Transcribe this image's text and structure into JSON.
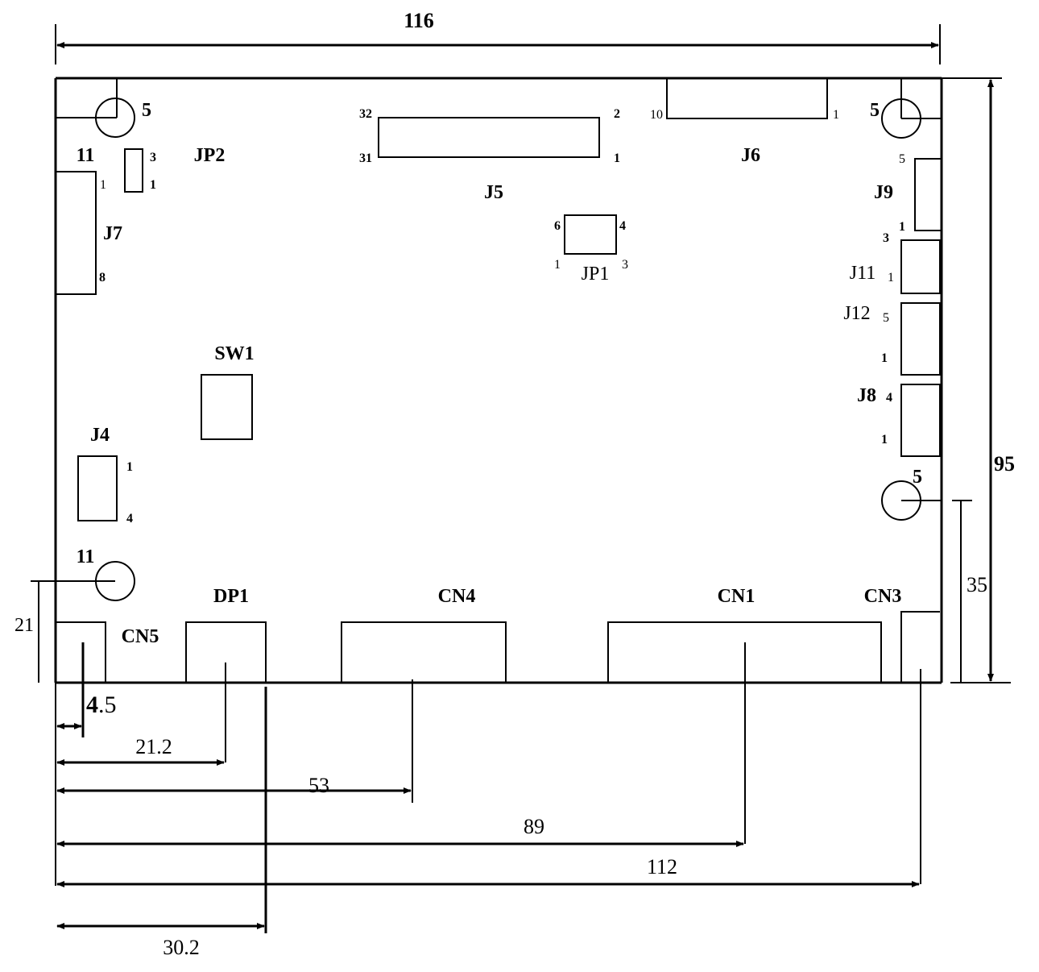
{
  "dims": {
    "overall_width": "116",
    "overall_height": "95",
    "cn5_height": "21",
    "right_hole_offset": "35",
    "cn5_offset_a": "4",
    "cn5_offset_b": ".5",
    "dp1_center": "21.2",
    "cn4_center": "53",
    "cn1_center": "89",
    "cn3_center": "112",
    "dp1_edge": "30.2"
  },
  "holes": {
    "top_left_dia": "5",
    "top_right_dia": "5",
    "right_dia": "5",
    "left_upper_offset": "11",
    "left_lower_offset": "11"
  },
  "components": {
    "jp2": {
      "label": "JP2",
      "pin_top": "3",
      "pin_bottom": "1"
    },
    "j7": {
      "label": "J7",
      "pin_first": "1",
      "pin_last": "8"
    },
    "j5": {
      "label": "J5",
      "pin_tl": "32",
      "pin_bl": "31",
      "pin_tr": "2",
      "pin_br": "1"
    },
    "j6": {
      "label": "J6",
      "pin_left": "10",
      "pin_right": "1"
    },
    "jp1": {
      "label": "JP1",
      "pin_tl": "6",
      "pin_tr": "4",
      "pin_bl": "1",
      "pin_br": "3"
    },
    "j9": {
      "label": "J9",
      "pin_top": "5",
      "pin_bottom": "1"
    },
    "j11": {
      "label": "J11",
      "pin_top": "3",
      "pin_bottom": "1"
    },
    "j12": {
      "label": "J12",
      "pin_top": "5",
      "pin_bottom": "1"
    },
    "j8": {
      "label": "J8",
      "pin_top": "4",
      "pin_bottom": "1"
    },
    "sw1": {
      "label": "SW1"
    },
    "j4": {
      "label": "J4",
      "pin_top": "1",
      "pin_bottom": "4"
    },
    "cn5": {
      "label": "CN5"
    },
    "dp1": {
      "label": "DP1"
    },
    "cn4": {
      "label": "CN4"
    },
    "cn1": {
      "label": "CN1"
    },
    "cn3": {
      "label": "CN3"
    }
  }
}
